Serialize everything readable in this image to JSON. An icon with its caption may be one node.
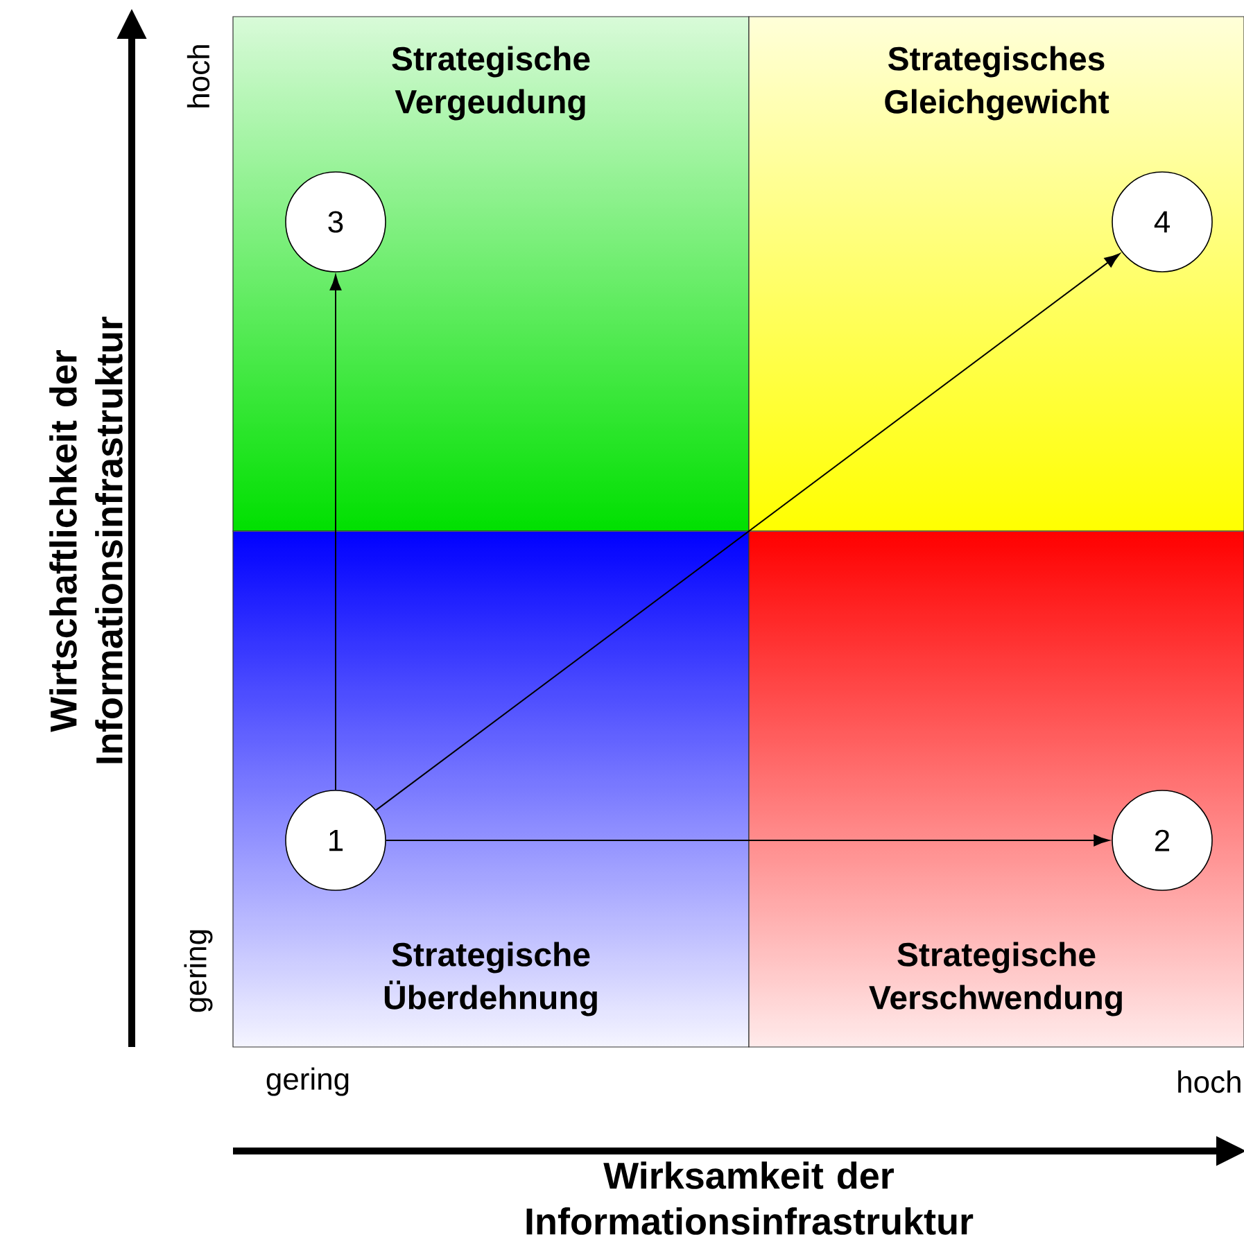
{
  "diagram": {
    "nodes": [
      {
        "text": [
          "Strategische Vergeudung"
        ]
      },
      {
        "text": [
          "3"
        ],
        "in": 0
      },
      {
        "text": [
          "Strategisches Gleichgewicht"
        ]
      },
      {
        "text": [
          "4"
        ],
        "in": 2
      },
      {
        "text": [
          "Strategische Überdehnung"
        ]
      },
      {
        "text": [
          "1"
        ],
        "in": 4
      },
      {
        "text": [
          "Strategische Verschwendung"
        ]
      },
      {
        "text": [
          "2"
        ],
        "in": 6
      }
    ],
    "edges": [
      {
        "from": 5,
        "to": 1,
        "arrow": "to"
      },
      {
        "from": 5,
        "to": 3,
        "arrow": "to"
      },
      {
        "from": 5,
        "to": 7,
        "arrow": "to"
      }
    ],
    "labels": [
      "hoch",
      "Wirtschaftlichkeit der Informationsinfrastruktur",
      "gering",
      "gering",
      "hoch",
      "Wirksamkeit der Informationsinfrastruktur"
    ]
  }
}
